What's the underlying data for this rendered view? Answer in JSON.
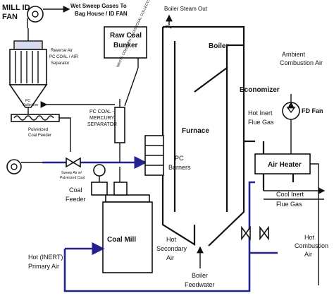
{
  "colors": {
    "duct": "#23238e",
    "line": "#111111",
    "collector_fill": "#d9dced"
  },
  "labels": {
    "mill_id_fan": [
      "MILL ID",
      "FAN"
    ],
    "wet_sweep": [
      "Wet Sweep Gases To",
      "Bag House / ID FAN"
    ],
    "boiler_steam_out": "Boiler Steam Out",
    "raw_coal_bunker": [
      "Raw Coal",
      "Bunker"
    ],
    "boiler": "Boiler",
    "ambient_air": [
      "Ambient",
      "Combustion Air"
    ],
    "reverse_air": [
      "Reverse Air",
      "PC COAL / AIR",
      "Separator"
    ],
    "waste_coal": "WASTE COAL/ASH TO DISPOSAL COLLECTOR",
    "pc_collection": [
      "PC",
      "Collection"
    ],
    "economizer": "Economizer",
    "fd_fan": "FD Fan",
    "pc_coal_mercury": [
      "PC COAL -",
      "MERCURY",
      "SEPARATOR"
    ],
    "hot_inert_flue": [
      "Hot Inert",
      "Flue Gas"
    ],
    "pulverized_feeder": [
      "Pulverized",
      "Coal Feeder"
    ],
    "furnace": "Furnace",
    "air_heater": "Air Heater",
    "pc_burners": [
      "PC",
      "Burners"
    ],
    "sweep_air": [
      "Sweep Air w/",
      "Pulverized Coal"
    ],
    "coal_feeder": [
      "Coal",
      "Feeder"
    ],
    "cool_inert_flue": [
      "Cool   Inert",
      "Flue   Gas"
    ],
    "coal_mill": "Coal Mill",
    "hot_combustion_air": [
      "Hot",
      "Combustion",
      "Air"
    ],
    "hot_secondary_air": [
      "Hot",
      "Secondary",
      "Air"
    ],
    "hot_inert_primary": [
      "Hot (INERT)",
      "Primary Air"
    ],
    "boiler_feedwater": [
      "Boiler",
      "Feedwater"
    ]
  }
}
